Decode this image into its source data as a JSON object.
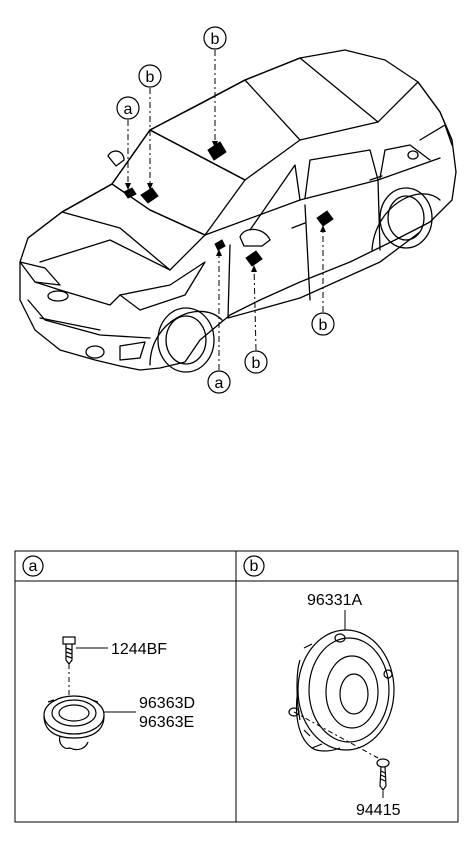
{
  "callouts": {
    "roof_b": "b",
    "top_a": "a",
    "top_b": "b",
    "bottom_a": "a",
    "bottom_b_front_door": "b",
    "bottom_b_rear_door": "b"
  },
  "table": {
    "header_a": "a",
    "header_b": "b",
    "parts_a": {
      "screw": "1244BF",
      "tweeter_line1": "96363D",
      "tweeter_line2": "96363E"
    },
    "parts_b": {
      "speaker": "96331A",
      "screw": "94415"
    }
  }
}
